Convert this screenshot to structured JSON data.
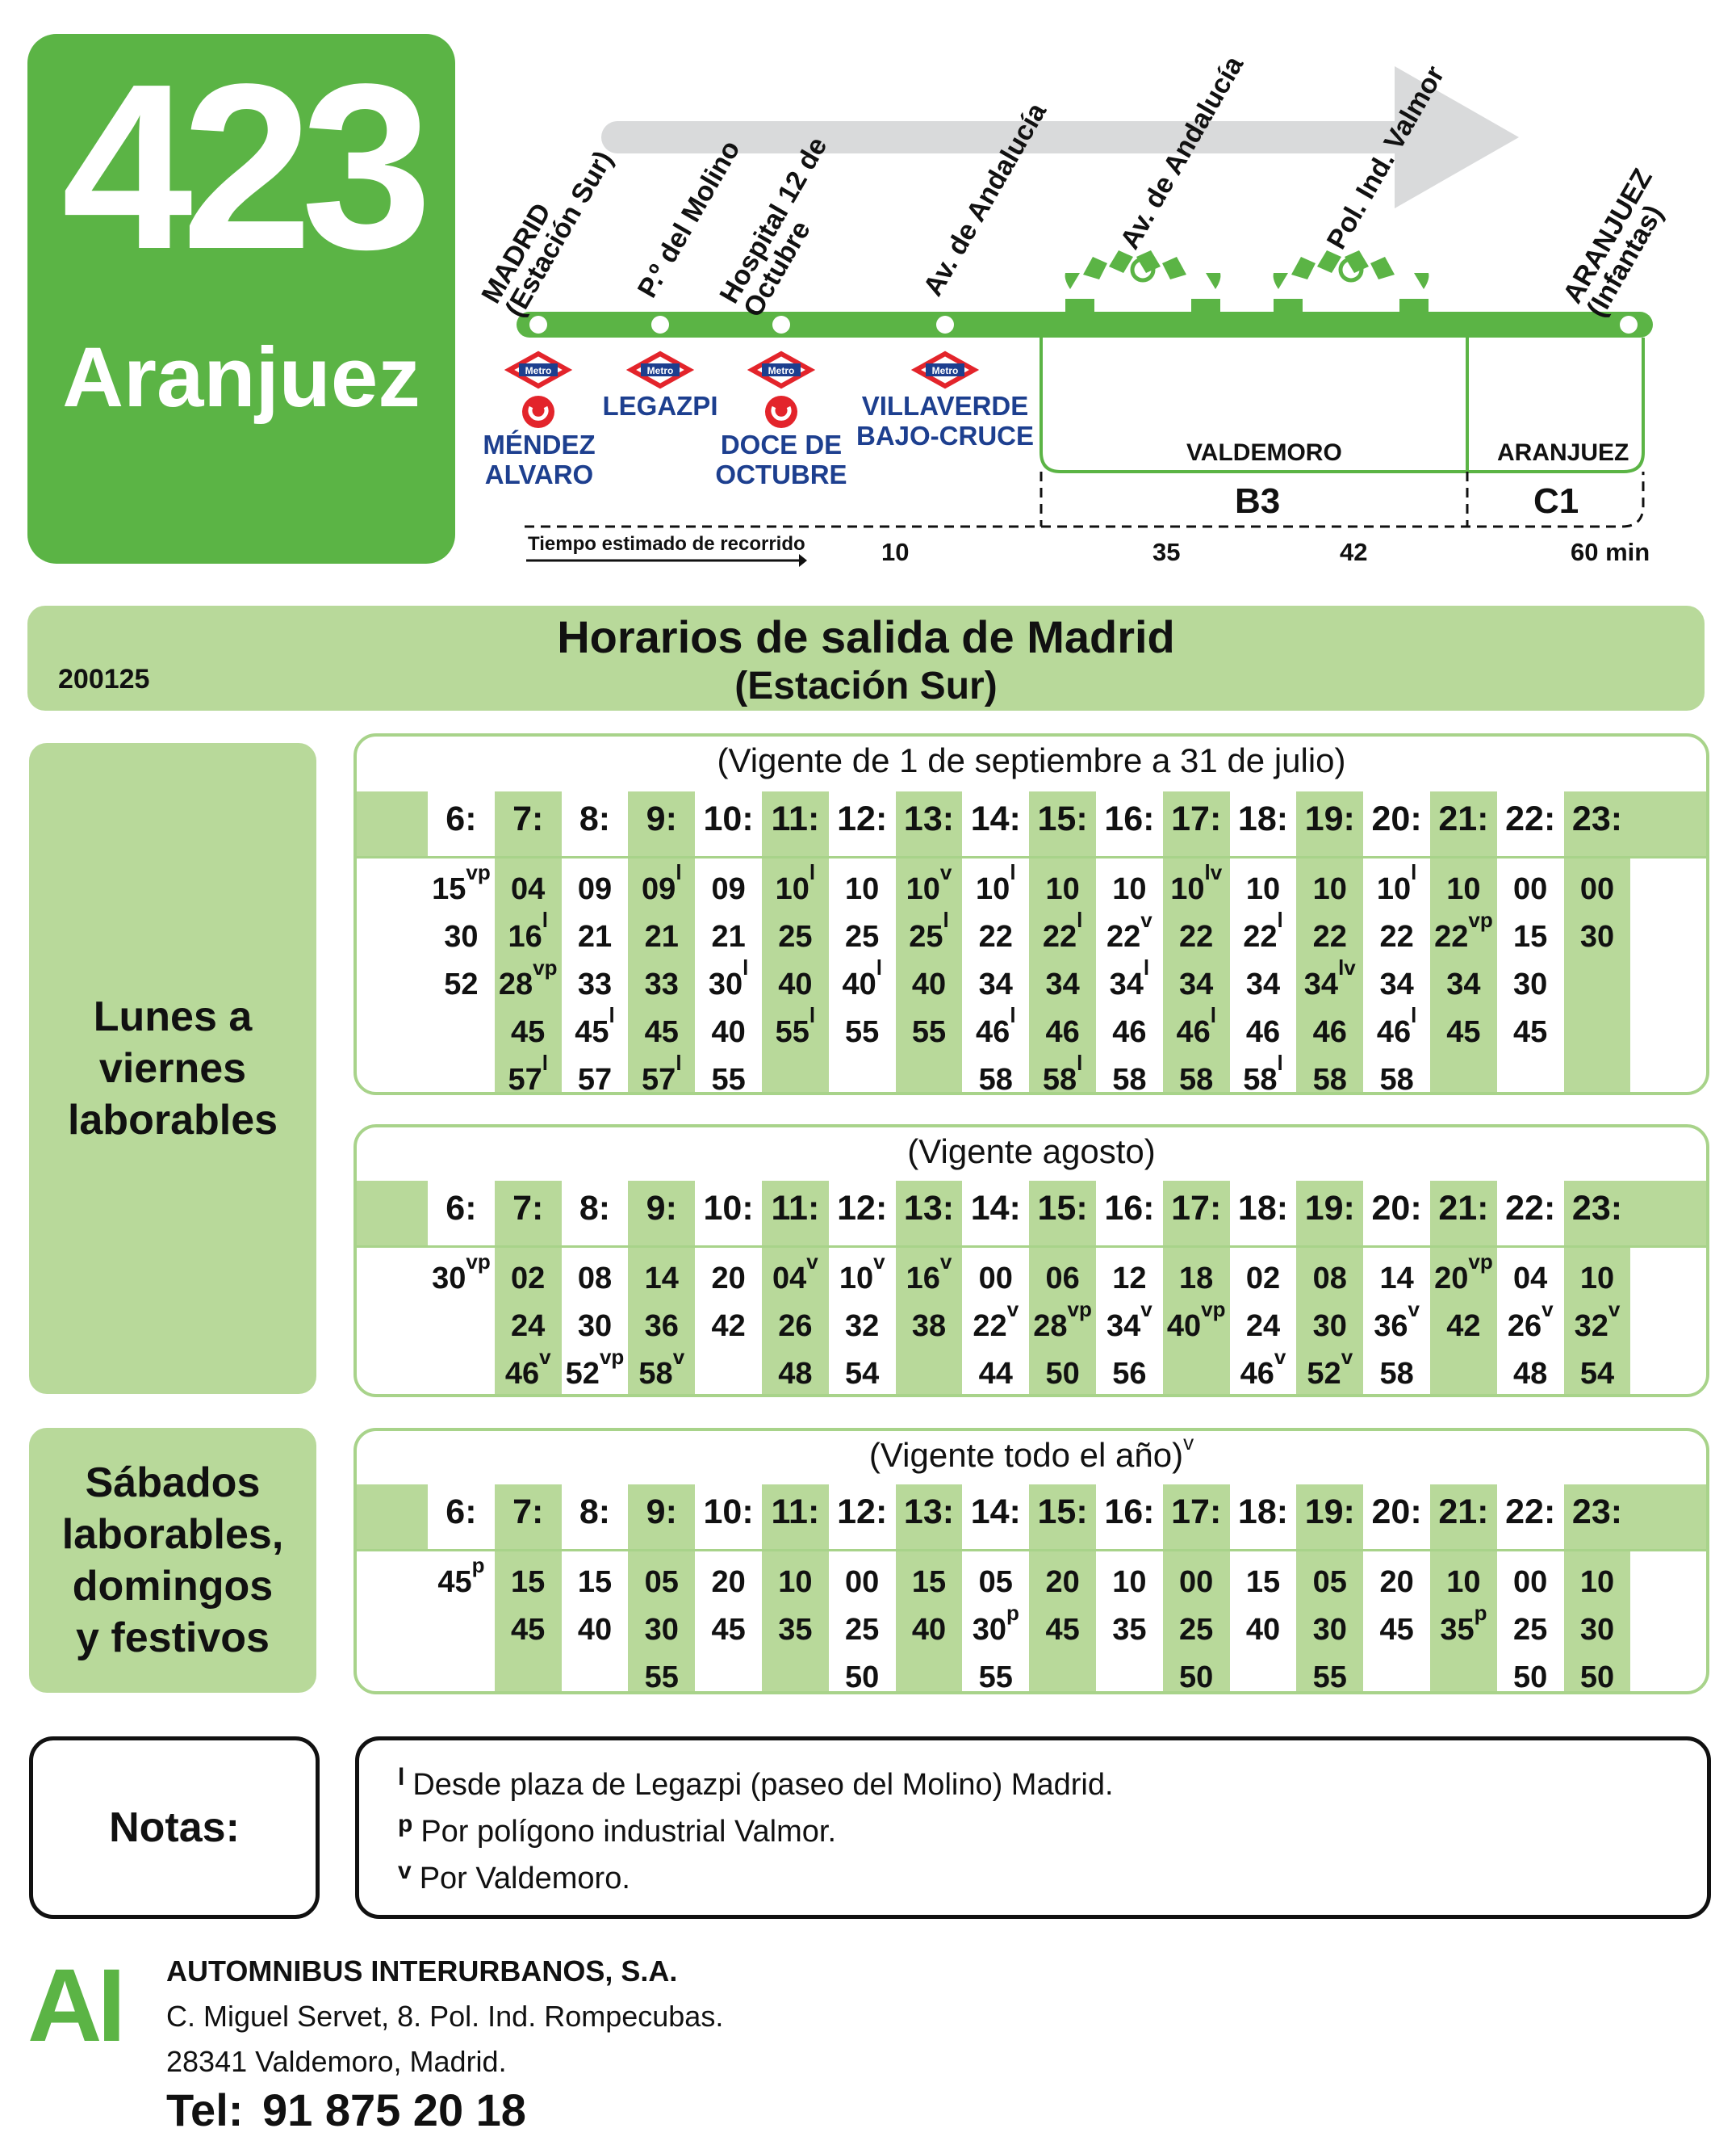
{
  "route": {
    "number": "423",
    "destination": "Aranjuez"
  },
  "diagram": {
    "stops": [
      {
        "label": "MADRID\n(Estación Sur)"
      },
      {
        "label": "P.º del Molino"
      },
      {
        "label": "Hospital 12 de\nOctubre"
      },
      {
        "label": "Av. de Andalucía"
      },
      {
        "label": "Av. de Andalucía"
      },
      {
        "label": "Pol. Ind. Valmor"
      },
      {
        "label": "ARANJUEZ\n(Infantas)"
      }
    ],
    "metro_badge": "Metro",
    "metro_stations": [
      "MÉNDEZ\nALVARO",
      "LEGAZPI",
      "DOCE DE\nOCTUBRE",
      "VILLAVERDE\nBAJO-CRUCE"
    ],
    "zones": [
      "VALDEMORO",
      "ARANJUEZ"
    ],
    "zone_codes": [
      "B3",
      "C1"
    ],
    "time_label": "Tiempo estimado de recorrido",
    "times": [
      "10",
      "35",
      "42",
      "60 min"
    ],
    "colors": {
      "accent": "#5bb445",
      "light": "#b8d99a",
      "metro_red": "#e3242b",
      "metro_blue": "#1d3f8f"
    }
  },
  "header": {
    "title": "Horarios de salida de Madrid",
    "subtitle": "(Estación Sur)",
    "code": "200125"
  },
  "sections": {
    "weekdays": [
      "Lunes a",
      "viernes",
      "laborables"
    ],
    "weekends": [
      "Sábados",
      "laborables,",
      "domingos",
      "y festivos"
    ]
  },
  "hours": [
    "6:",
    "7:",
    "8:",
    "9:",
    "10:",
    "11:",
    "12:",
    "13:",
    "14:",
    "15:",
    "16:",
    "17:",
    "18:",
    "19:",
    "20:",
    "21:",
    "22:",
    "23:"
  ],
  "timetables": [
    {
      "title": "(Vigente de 1 de septiembre a 31 de julio)",
      "title_mark": "",
      "columns": [
        [
          [
            "15",
            "vp"
          ],
          [
            "30",
            ""
          ],
          [
            "52",
            ""
          ]
        ],
        [
          [
            "04",
            ""
          ],
          [
            "16",
            "l"
          ],
          [
            "28",
            "vp"
          ],
          [
            "45",
            ""
          ],
          [
            "57",
            "l"
          ]
        ],
        [
          [
            "09",
            ""
          ],
          [
            "21",
            ""
          ],
          [
            "33",
            ""
          ],
          [
            "45",
            "l"
          ],
          [
            "57",
            ""
          ]
        ],
        [
          [
            "09",
            "l"
          ],
          [
            "21",
            ""
          ],
          [
            "33",
            ""
          ],
          [
            "45",
            ""
          ],
          [
            "57",
            "l"
          ]
        ],
        [
          [
            "09",
            ""
          ],
          [
            "21",
            ""
          ],
          [
            "30",
            "l"
          ],
          [
            "40",
            ""
          ],
          [
            "55",
            ""
          ]
        ],
        [
          [
            "10",
            "l"
          ],
          [
            "25",
            ""
          ],
          [
            "40",
            ""
          ],
          [
            "55",
            "l"
          ]
        ],
        [
          [
            "10",
            ""
          ],
          [
            "25",
            ""
          ],
          [
            "40",
            "l"
          ],
          [
            "55",
            ""
          ]
        ],
        [
          [
            "10",
            "v"
          ],
          [
            "25",
            "l"
          ],
          [
            "40",
            ""
          ],
          [
            "55",
            ""
          ]
        ],
        [
          [
            "10",
            "l"
          ],
          [
            "22",
            ""
          ],
          [
            "34",
            ""
          ],
          [
            "46",
            "l"
          ],
          [
            "58",
            ""
          ]
        ],
        [
          [
            "10",
            ""
          ],
          [
            "22",
            "l"
          ],
          [
            "34",
            ""
          ],
          [
            "46",
            ""
          ],
          [
            "58",
            "l"
          ]
        ],
        [
          [
            "10",
            ""
          ],
          [
            "22",
            "v"
          ],
          [
            "34",
            "l"
          ],
          [
            "46",
            ""
          ],
          [
            "58",
            ""
          ]
        ],
        [
          [
            "10",
            "lv"
          ],
          [
            "22",
            ""
          ],
          [
            "34",
            ""
          ],
          [
            "46",
            "l"
          ],
          [
            "58",
            ""
          ]
        ],
        [
          [
            "10",
            ""
          ],
          [
            "22",
            "l"
          ],
          [
            "34",
            ""
          ],
          [
            "46",
            ""
          ],
          [
            "58",
            "l"
          ]
        ],
        [
          [
            "10",
            ""
          ],
          [
            "22",
            ""
          ],
          [
            "34",
            "lv"
          ],
          [
            "46",
            ""
          ],
          [
            "58",
            ""
          ]
        ],
        [
          [
            "10",
            "l"
          ],
          [
            "22",
            ""
          ],
          [
            "34",
            ""
          ],
          [
            "46",
            "l"
          ],
          [
            "58",
            ""
          ]
        ],
        [
          [
            "10",
            ""
          ],
          [
            "22",
            "vp"
          ],
          [
            "34",
            ""
          ],
          [
            "45",
            ""
          ]
        ],
        [
          [
            "00",
            ""
          ],
          [
            "15",
            ""
          ],
          [
            "30",
            ""
          ],
          [
            "45",
            ""
          ]
        ],
        [
          [
            "00",
            ""
          ],
          [
            "30",
            ""
          ]
        ]
      ]
    },
    {
      "title": "(Vigente agosto)",
      "title_mark": "",
      "columns": [
        [
          [
            "30",
            "vp"
          ]
        ],
        [
          [
            "02",
            ""
          ],
          [
            "24",
            ""
          ],
          [
            "46",
            "v"
          ]
        ],
        [
          [
            "08",
            ""
          ],
          [
            "30",
            ""
          ],
          [
            "52",
            "vp"
          ]
        ],
        [
          [
            "14",
            ""
          ],
          [
            "36",
            ""
          ],
          [
            "58",
            "v"
          ]
        ],
        [
          [
            "20",
            ""
          ],
          [
            "42",
            ""
          ]
        ],
        [
          [
            "04",
            "v"
          ],
          [
            "26",
            ""
          ],
          [
            "48",
            ""
          ]
        ],
        [
          [
            "10",
            "v"
          ],
          [
            "32",
            ""
          ],
          [
            "54",
            ""
          ]
        ],
        [
          [
            "16",
            "v"
          ],
          [
            "38",
            ""
          ]
        ],
        [
          [
            "00",
            ""
          ],
          [
            "22",
            "v"
          ],
          [
            "44",
            ""
          ]
        ],
        [
          [
            "06",
            ""
          ],
          [
            "28",
            "vp"
          ],
          [
            "50",
            ""
          ]
        ],
        [
          [
            "12",
            ""
          ],
          [
            "34",
            "v"
          ],
          [
            "56",
            ""
          ]
        ],
        [
          [
            "18",
            ""
          ],
          [
            "40",
            "vp"
          ]
        ],
        [
          [
            "02",
            ""
          ],
          [
            "24",
            ""
          ],
          [
            "46",
            "v"
          ]
        ],
        [
          [
            "08",
            ""
          ],
          [
            "30",
            ""
          ],
          [
            "52",
            "v"
          ]
        ],
        [
          [
            "14",
            ""
          ],
          [
            "36",
            "v"
          ],
          [
            "58",
            ""
          ]
        ],
        [
          [
            "20",
            "vp"
          ],
          [
            "42",
            ""
          ]
        ],
        [
          [
            "04",
            ""
          ],
          [
            "26",
            "v"
          ],
          [
            "48",
            ""
          ]
        ],
        [
          [
            "10",
            ""
          ],
          [
            "32",
            "v"
          ],
          [
            "54",
            ""
          ]
        ]
      ]
    },
    {
      "title": "(Vigente todo el año)",
      "title_mark": "v",
      "columns": [
        [
          [
            "45",
            "p"
          ]
        ],
        [
          [
            "15",
            ""
          ],
          [
            "45",
            ""
          ]
        ],
        [
          [
            "15",
            ""
          ],
          [
            "40",
            ""
          ]
        ],
        [
          [
            "05",
            ""
          ],
          [
            "30",
            ""
          ],
          [
            "55",
            ""
          ]
        ],
        [
          [
            "20",
            ""
          ],
          [
            "45",
            ""
          ]
        ],
        [
          [
            "10",
            ""
          ],
          [
            "35",
            ""
          ]
        ],
        [
          [
            "00",
            ""
          ],
          [
            "25",
            ""
          ],
          [
            "50",
            ""
          ]
        ],
        [
          [
            "15",
            ""
          ],
          [
            "40",
            ""
          ]
        ],
        [
          [
            "05",
            ""
          ],
          [
            "30",
            "p"
          ],
          [
            "55",
            ""
          ]
        ],
        [
          [
            "20",
            ""
          ],
          [
            "45",
            ""
          ]
        ],
        [
          [
            "10",
            ""
          ],
          [
            "35",
            ""
          ]
        ],
        [
          [
            "00",
            ""
          ],
          [
            "25",
            ""
          ],
          [
            "50",
            ""
          ]
        ],
        [
          [
            "15",
            ""
          ],
          [
            "40",
            ""
          ]
        ],
        [
          [
            "05",
            ""
          ],
          [
            "30",
            ""
          ],
          [
            "55",
            ""
          ]
        ],
        [
          [
            "20",
            ""
          ],
          [
            "45",
            ""
          ]
        ],
        [
          [
            "10",
            ""
          ],
          [
            "35",
            "p"
          ]
        ],
        [
          [
            "00",
            ""
          ],
          [
            "25",
            ""
          ],
          [
            "50",
            ""
          ]
        ],
        [
          [
            "10",
            ""
          ],
          [
            "30",
            ""
          ],
          [
            "50",
            ""
          ]
        ]
      ]
    }
  ],
  "notes": {
    "label": "Notas:",
    "items": [
      {
        "mark": "l",
        "text": "Desde plaza de Legazpi (paseo del Molino) Madrid."
      },
      {
        "mark": "p",
        "text": "Por polígono industrial Valmor."
      },
      {
        "mark": "v",
        "text": "Por Valdemoro."
      }
    ]
  },
  "company": {
    "logo": "AI",
    "name": "AUTOMNIBUS INTERURBANOS, S.A.",
    "address1": "C. Miguel Servet, 8.  Pol. Ind. Rompecubas.",
    "address2": "28341 Valdemoro, Madrid.",
    "tel_label": "Tel:",
    "tel": "91 875 20 18"
  }
}
